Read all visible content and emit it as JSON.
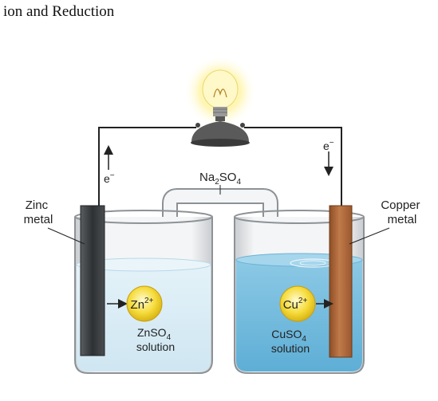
{
  "heading": "ion and Reduction",
  "labels": {
    "left_electron": "e",
    "right_electron": "e",
    "electron_charge": "−",
    "salt_bridge": {
      "base": "Na",
      "sub1": "2",
      "mid": "SO",
      "sub2": "4"
    },
    "zinc_metal": [
      "Zinc",
      "metal"
    ],
    "copper_metal": [
      "Copper",
      "metal"
    ],
    "zn_ion": {
      "base": "Zn",
      "sup": "2+"
    },
    "cu_ion": {
      "base": "Cu",
      "sup": "2+"
    },
    "znso4": {
      "base": "ZnSO",
      "sub": "4"
    },
    "cuso4": {
      "base": "CuSO",
      "sub": "4"
    },
    "solution_word": "solution"
  },
  "colors": {
    "zinc_electrode": "#3a3d3f",
    "copper_electrode": "#b2693c",
    "zn_solution": "#d7ecf5",
    "cu_solution": "#7cc0e0",
    "ion_fill": "#f6dc3c",
    "wire": "#222222",
    "bulb_glow": "#fff6a0"
  },
  "icons": [
    "light-bulb-icon"
  ]
}
